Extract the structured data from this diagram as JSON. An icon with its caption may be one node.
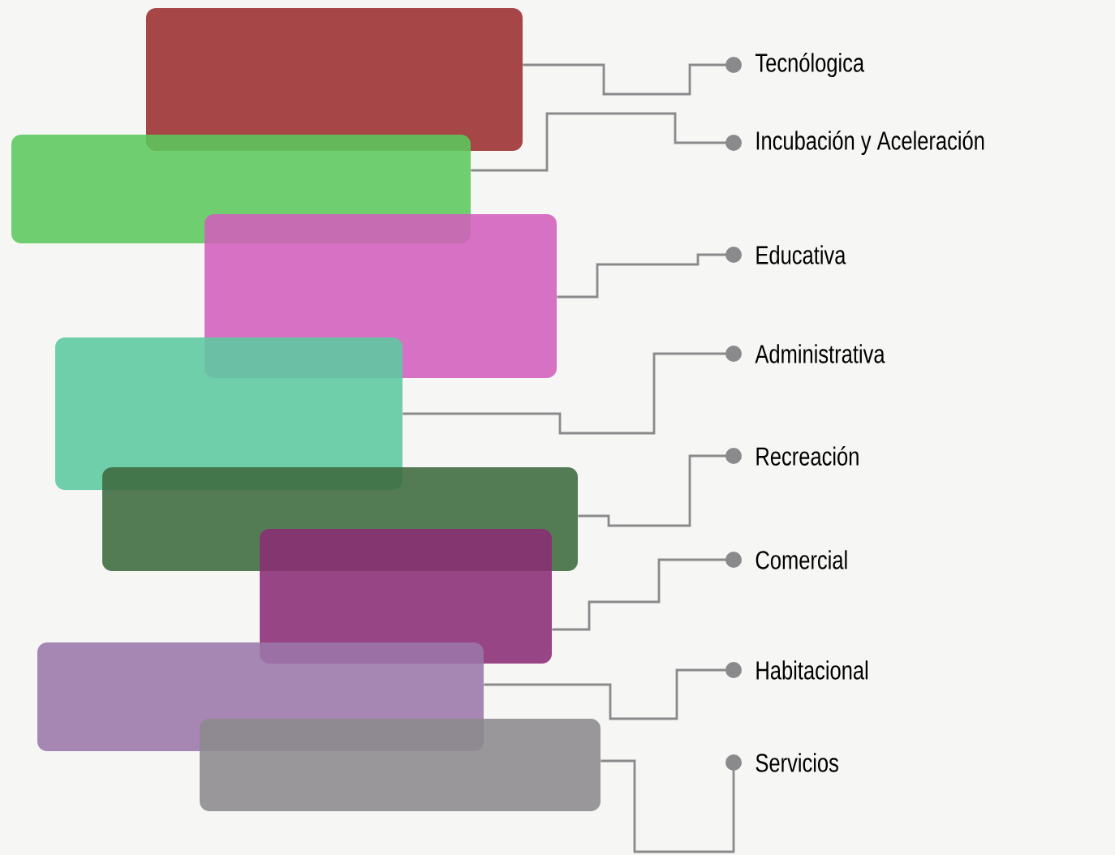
{
  "diagram": {
    "nodes": [
      {
        "text": [],
        "shape": "box"
      },
      {
        "text": [],
        "shape": "box"
      },
      {
        "text": [],
        "shape": "box"
      },
      {
        "text": [],
        "shape": "box"
      },
      {
        "text": [],
        "shape": "box"
      },
      {
        "text": [],
        "shape": "box"
      },
      {
        "text": [],
        "shape": "box"
      },
      {
        "text": [],
        "shape": "box"
      },
      {
        "text": [
          "Tecnólogica"
        ]
      },
      {
        "text": [
          "Incubación y Aceleración"
        ]
      },
      {
        "text": [
          "Educativa"
        ]
      },
      {
        "text": [
          "Administrativa"
        ]
      },
      {
        "text": [
          "Recreación"
        ]
      },
      {
        "text": [
          "Comercial"
        ]
      },
      {
        "text": [
          "Habitacional"
        ]
      },
      {
        "text": [
          "Servicios"
        ]
      }
    ],
    "edges": [
      {
        "from": 0,
        "to": 8,
        "arrow": "other"
      },
      {
        "from": 1,
        "to": 9,
        "arrow": "other"
      },
      {
        "from": 2,
        "to": 10,
        "arrow": "other"
      },
      {
        "from": 3,
        "to": 11,
        "arrow": "other"
      },
      {
        "from": 4,
        "to": 12,
        "arrow": "other"
      },
      {
        "from": 5,
        "to": 13,
        "arrow": "other"
      },
      {
        "from": 6,
        "to": 14,
        "arrow": "other"
      },
      {
        "from": 7,
        "to": 15,
        "arrow": "other"
      }
    ]
  }
}
